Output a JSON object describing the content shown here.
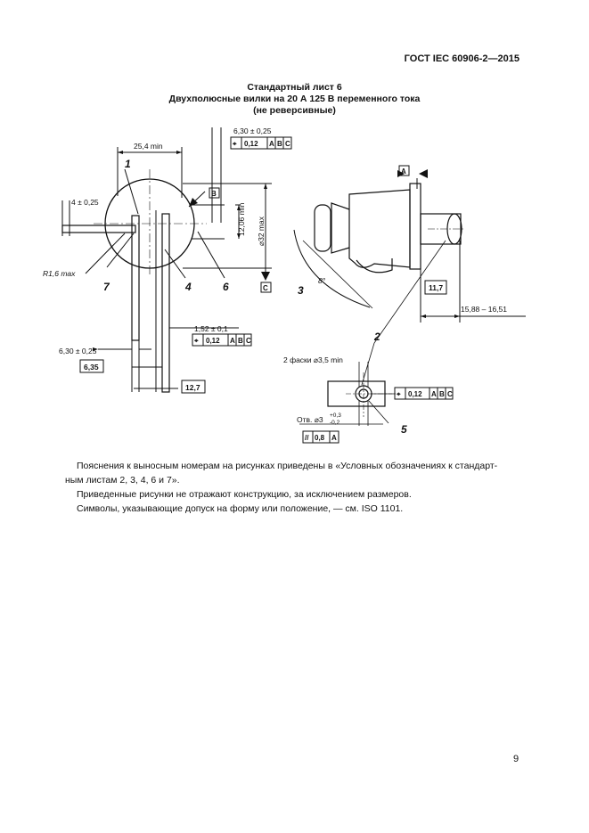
{
  "header": {
    "standard": "ГОСТ IEC 60906-2—2015"
  },
  "title": {
    "line1": "Стандартный лист 6",
    "line2": "Двухполюсные вилки на 20 А 125 В переменного тока",
    "line3": "(не реверсивные)"
  },
  "figure": {
    "dims": {
      "pin_width": "6,30 ± 0,25",
      "body_width": "25,4 min",
      "offset": "4 ± 0,25",
      "pin_spacing": "12,06 min",
      "diameter": "⌀32 max",
      "radius": "R1,6 max",
      "blade_thickness": "1,52 ± 0,1",
      "blade_width": "6,30 ± 0,25",
      "gauge1": "6,35",
      "gauge2": "12,7",
      "side_gauge": "11,7",
      "pin_length": "15,88 – 16,51",
      "angle": "8°",
      "chamfers": "2 фаски ⌀3,5 min",
      "hole": "Отв. ⌀3",
      "hole_tol_up": "+0,3",
      "hole_tol_down": "-0,2"
    },
    "frames": {
      "pos1": [
        "⌖",
        "0,12",
        "A",
        "B",
        "C"
      ],
      "pos2": [
        "⌖",
        "0,12",
        "A",
        "B",
        "C"
      ],
      "pos3": [
        "⌖",
        "0,12",
        "A",
        "B",
        "C"
      ],
      "par": [
        "//",
        "0,8",
        "A"
      ]
    },
    "datums": {
      "a": "A",
      "b": "B",
      "c": "C"
    },
    "callouts": {
      "c1": "1",
      "c2": "2",
      "c3": "3",
      "c4": "4",
      "c5": "5",
      "c6": "6",
      "c7": "7"
    }
  },
  "notes": {
    "p1": "Пояснения к выносным номерам на рисунках приведены в «Условных обозначениях к стандарт-",
    "p1b": "ным листам 2, 3, 4, 6 и 7».",
    "p2": "Приведенные рисунки не отражают конструкцию, за исключением размеров.",
    "p3": "Символы, указывающие допуск на форму или положение, — см. ISO 1101."
  },
  "page_number": "9"
}
